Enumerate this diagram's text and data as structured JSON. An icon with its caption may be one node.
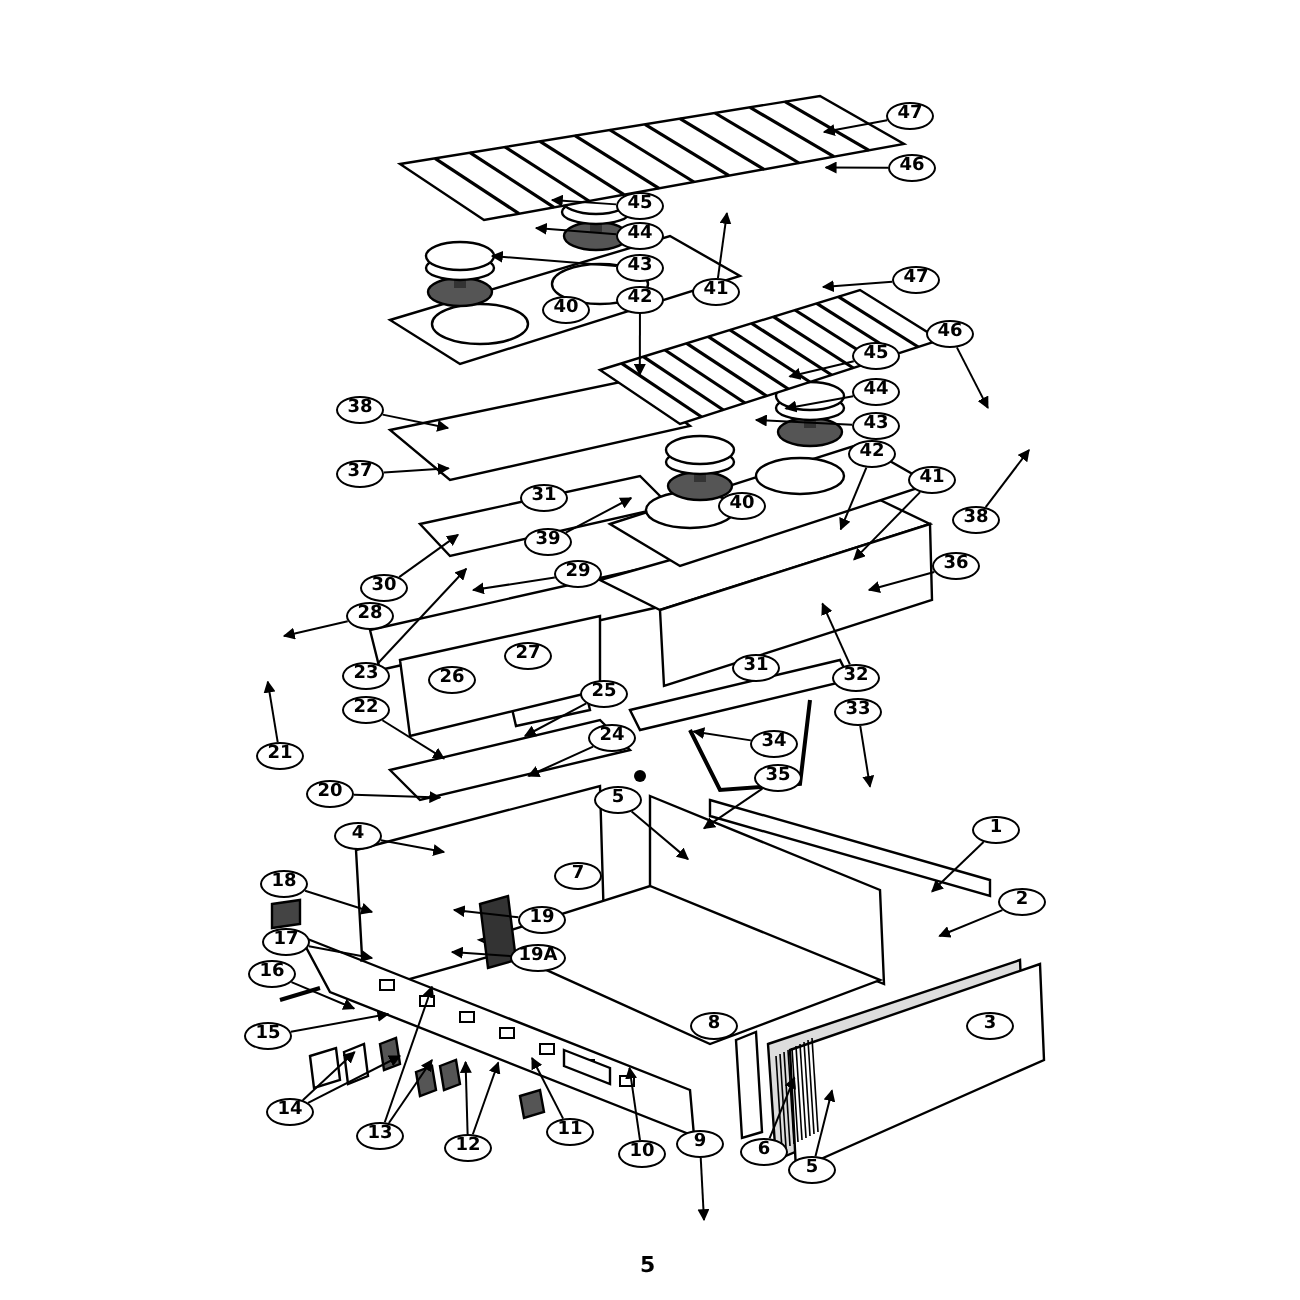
{
  "diagram": {
    "nodes": [
      {
        "text": [
          "47"
        ]
      },
      {
        "text": [
          "46"
        ]
      },
      {
        "text": [
          "45"
        ]
      },
      {
        "text": [
          "44"
        ]
      },
      {
        "text": [
          "43"
        ]
      },
      {
        "text": [
          "42"
        ]
      },
      {
        "text": [
          "41"
        ]
      },
      {
        "text": [
          "40"
        ]
      },
      {
        "text": [
          "47"
        ]
      },
      {
        "text": [
          "46"
        ]
      },
      {
        "text": [
          "45"
        ]
      },
      {
        "text": [
          "44"
        ]
      },
      {
        "text": [
          "43"
        ]
      },
      {
        "text": [
          "42"
        ]
      },
      {
        "text": [
          "41"
        ]
      },
      {
        "text": [
          "40"
        ]
      },
      {
        "text": [
          "38"
        ]
      },
      {
        "text": [
          "37"
        ]
      },
      {
        "text": [
          "31"
        ]
      },
      {
        "text": [
          "39"
        ]
      },
      {
        "text": [
          "38"
        ]
      },
      {
        "text": [
          "30"
        ]
      },
      {
        "text": [
          "29"
        ]
      },
      {
        "text": [
          "36"
        ]
      },
      {
        "text": [
          "28"
        ]
      },
      {
        "text": [
          "27"
        ]
      },
      {
        "text": [
          "26"
        ]
      },
      {
        "text": [
          "23"
        ]
      },
      {
        "text": [
          "22"
        ]
      },
      {
        "text": [
          "25"
        ]
      },
      {
        "text": [
          "21"
        ]
      },
      {
        "text": [
          "24"
        ]
      },
      {
        "text": [
          "20"
        ]
      },
      {
        "text": [
          "31"
        ]
      },
      {
        "text": [
          "32"
        ]
      },
      {
        "text": [
          "33"
        ]
      },
      {
        "text": [
          "34"
        ]
      },
      {
        "text": [
          "35"
        ]
      },
      {
        "text": [
          "5"
        ]
      },
      {
        "text": [
          "18"
        ]
      },
      {
        "text": [
          "4"
        ]
      },
      {
        "text": [
          "1"
        ]
      },
      {
        "text": [
          "7"
        ]
      },
      {
        "text": [
          "2"
        ]
      },
      {
        "text": [
          "19"
        ]
      },
      {
        "text": [
          "19A"
        ]
      },
      {
        "text": [
          "17"
        ]
      },
      {
        "text": [
          "16"
        ]
      },
      {
        "text": [
          "15"
        ]
      },
      {
        "text": [
          "8"
        ]
      },
      {
        "text": [
          "3"
        ]
      },
      {
        "text": [
          "14"
        ]
      },
      {
        "text": [
          "13"
        ]
      },
      {
        "text": [
          "12"
        ]
      },
      {
        "text": [
          "11"
        ]
      },
      {
        "text": [
          "10"
        ]
      },
      {
        "text": [
          "9"
        ]
      },
      {
        "text": [
          "6"
        ]
      },
      {
        "text": [
          "5"
        ]
      }
    ],
    "edges": [
      {
        "from": 0,
        "to": null,
        "arrow": "to"
      },
      {
        "from": 1,
        "to": null,
        "arrow": "to"
      },
      {
        "from": 2,
        "to": null,
        "arrow": "to"
      },
      {
        "from": 3,
        "to": null,
        "arrow": "to"
      },
      {
        "from": 4,
        "to": null,
        "arrow": "to"
      },
      {
        "from": 5,
        "to": null,
        "arrow": "to"
      },
      {
        "from": 6,
        "to": null,
        "arrow": "to"
      },
      {
        "from": 8,
        "to": null,
        "arrow": "to"
      },
      {
        "from": 9,
        "to": null,
        "arrow": "to"
      },
      {
        "from": 10,
        "to": null,
        "arrow": "to"
      },
      {
        "from": 11,
        "to": null,
        "arrow": "to"
      },
      {
        "from": 12,
        "to": null,
        "arrow": "to"
      },
      {
        "from": 13,
        "to": null,
        "arrow": "to"
      },
      {
        "from": 14,
        "to": null,
        "arrow": "to"
      },
      {
        "from": 16,
        "to": null,
        "arrow": "to"
      },
      {
        "from": 17,
        "to": null,
        "arrow": "to"
      },
      {
        "from": 19,
        "to": null,
        "arrow": "to"
      },
      {
        "from": 20,
        "to": null,
        "arrow": "to"
      },
      {
        "from": 21,
        "to": null,
        "arrow": "to"
      },
      {
        "from": 22,
        "to": null,
        "arrow": "to"
      },
      {
        "from": 23,
        "to": null,
        "arrow": "to"
      },
      {
        "from": 24,
        "to": null,
        "arrow": "to"
      },
      {
        "from": 27,
        "to": null,
        "arrow": "to"
      },
      {
        "from": 28,
        "to": null,
        "arrow": "to"
      },
      {
        "from": 29,
        "to": null,
        "arrow": "to"
      },
      {
        "from": 30,
        "to": null,
        "arrow": "to"
      },
      {
        "from": 31,
        "to": null,
        "arrow": "to"
      },
      {
        "from": 32,
        "to": null,
        "arrow": "to"
      },
      {
        "from": 34,
        "to": null,
        "arrow": "to"
      },
      {
        "from": 35,
        "to": null,
        "arrow": "to"
      },
      {
        "from": 36,
        "to": null,
        "arrow": "to"
      },
      {
        "from": 37,
        "to": null,
        "arrow": "to"
      },
      {
        "from": 38,
        "to": null,
        "arrow": "to"
      },
      {
        "from": 39,
        "to": null,
        "arrow": "to"
      },
      {
        "from": 40,
        "to": null,
        "arrow": "to"
      },
      {
        "from": 41,
        "to": null,
        "arrow": "to"
      },
      {
        "from": 43,
        "to": null,
        "arrow": "to"
      },
      {
        "from": 44,
        "to": null,
        "arrow": "to"
      },
      {
        "from": 45,
        "to": null,
        "arrow": "to"
      },
      {
        "from": 46,
        "to": null,
        "arrow": "to"
      },
      {
        "from": 47,
        "to": null,
        "arrow": "to"
      },
      {
        "from": 48,
        "to": null,
        "arrow": "to"
      },
      {
        "from": 51,
        "to": null,
        "arrow": "to"
      },
      {
        "from": 51,
        "to": null,
        "arrow": "to"
      },
      {
        "from": 52,
        "to": null,
        "arrow": "to"
      },
      {
        "from": 52,
        "to": null,
        "arrow": "to"
      },
      {
        "from": 53,
        "to": null,
        "arrow": "to"
      },
      {
        "from": 53,
        "to": null,
        "arrow": "to"
      },
      {
        "from": 54,
        "to": null,
        "arrow": "to"
      },
      {
        "from": 55,
        "to": null,
        "arrow": "to"
      },
      {
        "from": 56,
        "to": null,
        "arrow": "to"
      },
      {
        "from": 57,
        "to": null,
        "arrow": "to"
      },
      {
        "from": 58,
        "to": null,
        "arrow": "to"
      }
    ],
    "labels": [
      "5"
    ]
  }
}
